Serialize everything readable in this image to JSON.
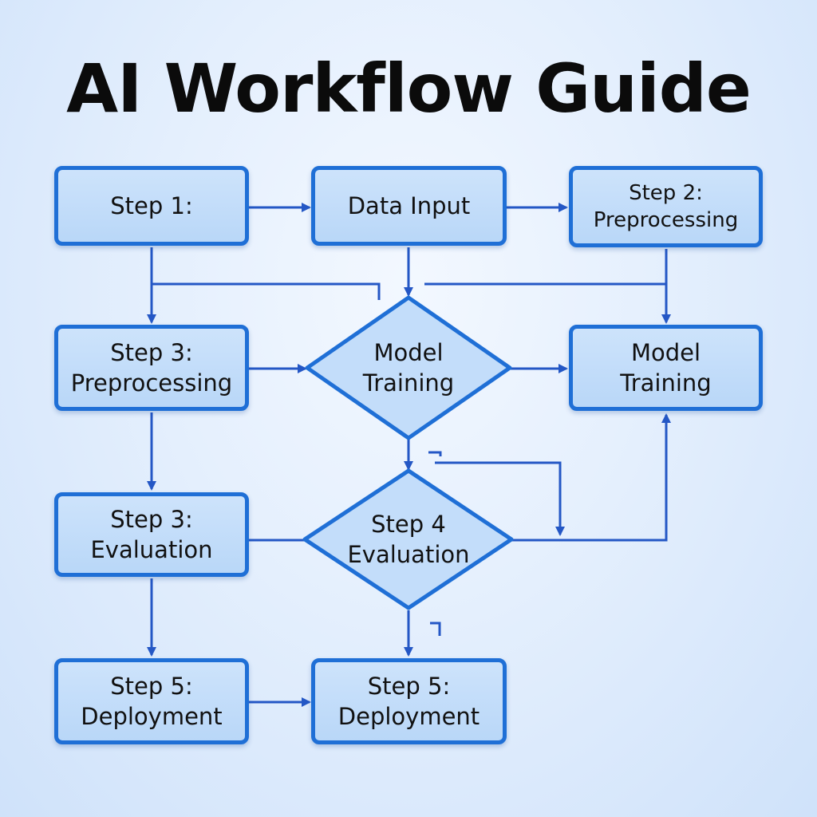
{
  "title": "AI Workflow Guide",
  "colors": {
    "stroke": "#1f6fd6",
    "arrow": "#2457c5",
    "fill": "#c3ddfa"
  },
  "nodes": [
    {
      "id": "step1",
      "lines": [
        "Step 1:"
      ]
    },
    {
      "id": "data-input",
      "lines": [
        "Data Input"
      ]
    },
    {
      "id": "preprocessing-2",
      "lines": [
        "Step 2:",
        "Preprocessing"
      ]
    },
    {
      "id": "preprocessing-3",
      "lines": [
        "Step 3:",
        "Preprocessing"
      ]
    },
    {
      "id": "model-training-decision",
      "lines": [
        "Model",
        "Training"
      ]
    },
    {
      "id": "model-training",
      "lines": [
        "Model",
        "Training"
      ]
    },
    {
      "id": "evaluation-3",
      "lines": [
        "Step 3:",
        "Evaluation"
      ]
    },
    {
      "id": "evaluation-4-decision",
      "lines": [
        "Step 4",
        "Evaluation"
      ]
    },
    {
      "id": "deployment-left",
      "lines": [
        "Step 5:",
        "Deployment"
      ]
    },
    {
      "id": "deployment-right",
      "lines": [
        "Step 5:",
        "Deployment"
      ]
    }
  ],
  "edges": [
    {
      "from": "step1",
      "to": "data-input"
    },
    {
      "from": "data-input",
      "to": "preprocessing-2"
    },
    {
      "from": "step1",
      "to": "preprocessing-3"
    },
    {
      "from": "data-input",
      "to": "model-training-decision"
    },
    {
      "from": "preprocessing-2",
      "to": "model-training"
    },
    {
      "from": "preprocessing-3",
      "to": "model-training-decision"
    },
    {
      "from": "model-training-decision",
      "to": "model-training"
    },
    {
      "from": "preprocessing-3",
      "to": "evaluation-3"
    },
    {
      "from": "model-training-decision",
      "to": "evaluation-4-decision"
    },
    {
      "from": "evaluation-4-decision",
      "to": "model-training"
    },
    {
      "from": "evaluation-3",
      "to": "deployment-left"
    },
    {
      "from": "evaluation-4-decision",
      "to": "deployment-right"
    },
    {
      "from": "deployment-left",
      "to": "deployment-right"
    }
  ]
}
